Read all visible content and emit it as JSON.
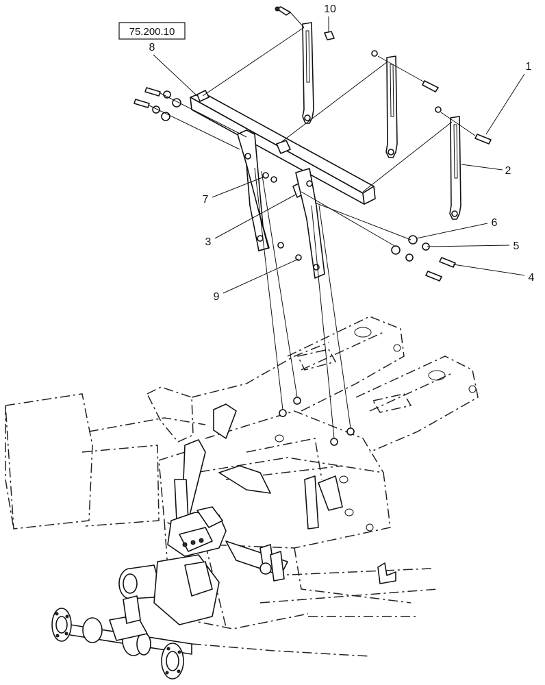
{
  "reference": "75.200.10",
  "callouts": [
    "1",
    "2",
    "3",
    "4",
    "5",
    "6",
    "7",
    "8",
    "9",
    "10"
  ]
}
